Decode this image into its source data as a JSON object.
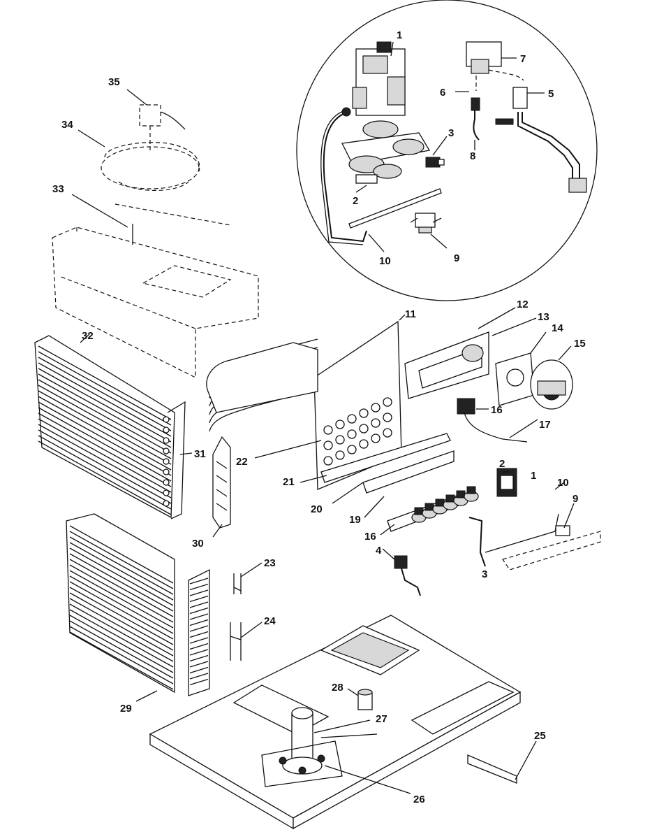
{
  "diagram": {
    "callouts": [
      {
        "id": "c1a",
        "text": "1"
      },
      {
        "id": "c35",
        "text": "35"
      },
      {
        "id": "c7",
        "text": "7"
      },
      {
        "id": "c6a",
        "text": "6"
      },
      {
        "id": "c5",
        "text": "5"
      },
      {
        "id": "c34",
        "text": "34"
      },
      {
        "id": "c3a",
        "text": "3"
      },
      {
        "id": "c8",
        "text": "8"
      },
      {
        "id": "c2a",
        "text": "2"
      },
      {
        "id": "c33",
        "text": "33"
      },
      {
        "id": "c10a",
        "text": "10"
      },
      {
        "id": "c9a",
        "text": "9"
      },
      {
        "id": "c11",
        "text": "11"
      },
      {
        "id": "c12",
        "text": "12"
      },
      {
        "id": "c13",
        "text": "13"
      },
      {
        "id": "c14",
        "text": "14"
      },
      {
        "id": "c15",
        "text": "15"
      },
      {
        "id": "c32",
        "text": "32"
      },
      {
        "id": "c16a",
        "text": "16"
      },
      {
        "id": "c17",
        "text": "17"
      },
      {
        "id": "c31",
        "text": "31"
      },
      {
        "id": "c22",
        "text": "22"
      },
      {
        "id": "c2b",
        "text": "2"
      },
      {
        "id": "c1b",
        "text": "1"
      },
      {
        "id": "c10b",
        "text": "10"
      },
      {
        "id": "c21",
        "text": "21"
      },
      {
        "id": "c9b",
        "text": "9"
      },
      {
        "id": "c20",
        "text": "20"
      },
      {
        "id": "c19",
        "text": "19"
      },
      {
        "id": "c16b",
        "text": "16"
      },
      {
        "id": "c30",
        "text": "30"
      },
      {
        "id": "c4",
        "text": "4"
      },
      {
        "id": "c3b",
        "text": "3"
      },
      {
        "id": "c23",
        "text": "23"
      },
      {
        "id": "c24",
        "text": "24"
      },
      {
        "id": "c28",
        "text": "28"
      },
      {
        "id": "c29",
        "text": "29"
      },
      {
        "id": "c27",
        "text": "27"
      },
      {
        "id": "c25",
        "text": "25"
      },
      {
        "id": "c26",
        "text": "26"
      }
    ]
  }
}
